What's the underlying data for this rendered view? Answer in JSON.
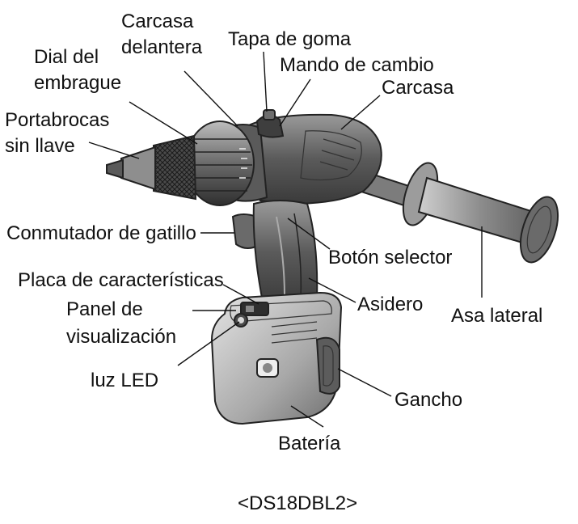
{
  "labels": {
    "carcasa_delantera": [
      "Carcasa",
      "delantera"
    ],
    "tapa_de_goma": "Tapa de goma",
    "dial_del_embrague": [
      "Dial del",
      "embrague"
    ],
    "mando_de_cambio": "Mando de cambio",
    "carcasa": "Carcasa",
    "portabrocas": [
      "Portabrocas",
      "sin llave"
    ],
    "conmutador_de_gatillo": "Conmutador de gatillo",
    "boton_selector": "Botón selector",
    "placa_de_caracteristicas": "Placa de características",
    "asidero": "Asidero",
    "panel_de_visualizacion": [
      "Panel de",
      "visualización"
    ],
    "asa_lateral": "Asa lateral",
    "luz_led": "luz LED",
    "gancho": "Gancho",
    "bateria": "Batería"
  },
  "model_caption": "<DS18DBL2>",
  "colors": {
    "body_dark": "#3a3a3a",
    "body_mid": "#8a8a8a",
    "body_light": "#d0d0d0",
    "line": "#111111"
  }
}
